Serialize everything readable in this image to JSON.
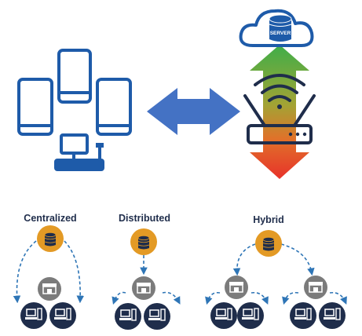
{
  "top": {
    "server_label": "SERVER"
  },
  "models": [
    {
      "name": "Centralized"
    },
    {
      "name": "Distributed"
    },
    {
      "name": "Hybrid"
    }
  ],
  "colors": {
    "navy": "#1f2d4b",
    "device_blue": "#1e5ba9",
    "arrow_blue": "#4472c4",
    "server_orange": "#e39a25",
    "hub_gray": "#7b7b7b",
    "dash_blue": "#2e75b6",
    "arrow_green": "#3fae49",
    "arrow_red": "#e8322a"
  },
  "icons": [
    "tablet-icon",
    "smartphone-icon",
    "desktop-pos-icon",
    "double-arrow-icon",
    "cloud-server-icon",
    "wifi-router-icon",
    "database-icon",
    "store-icon",
    "computer-icon"
  ]
}
